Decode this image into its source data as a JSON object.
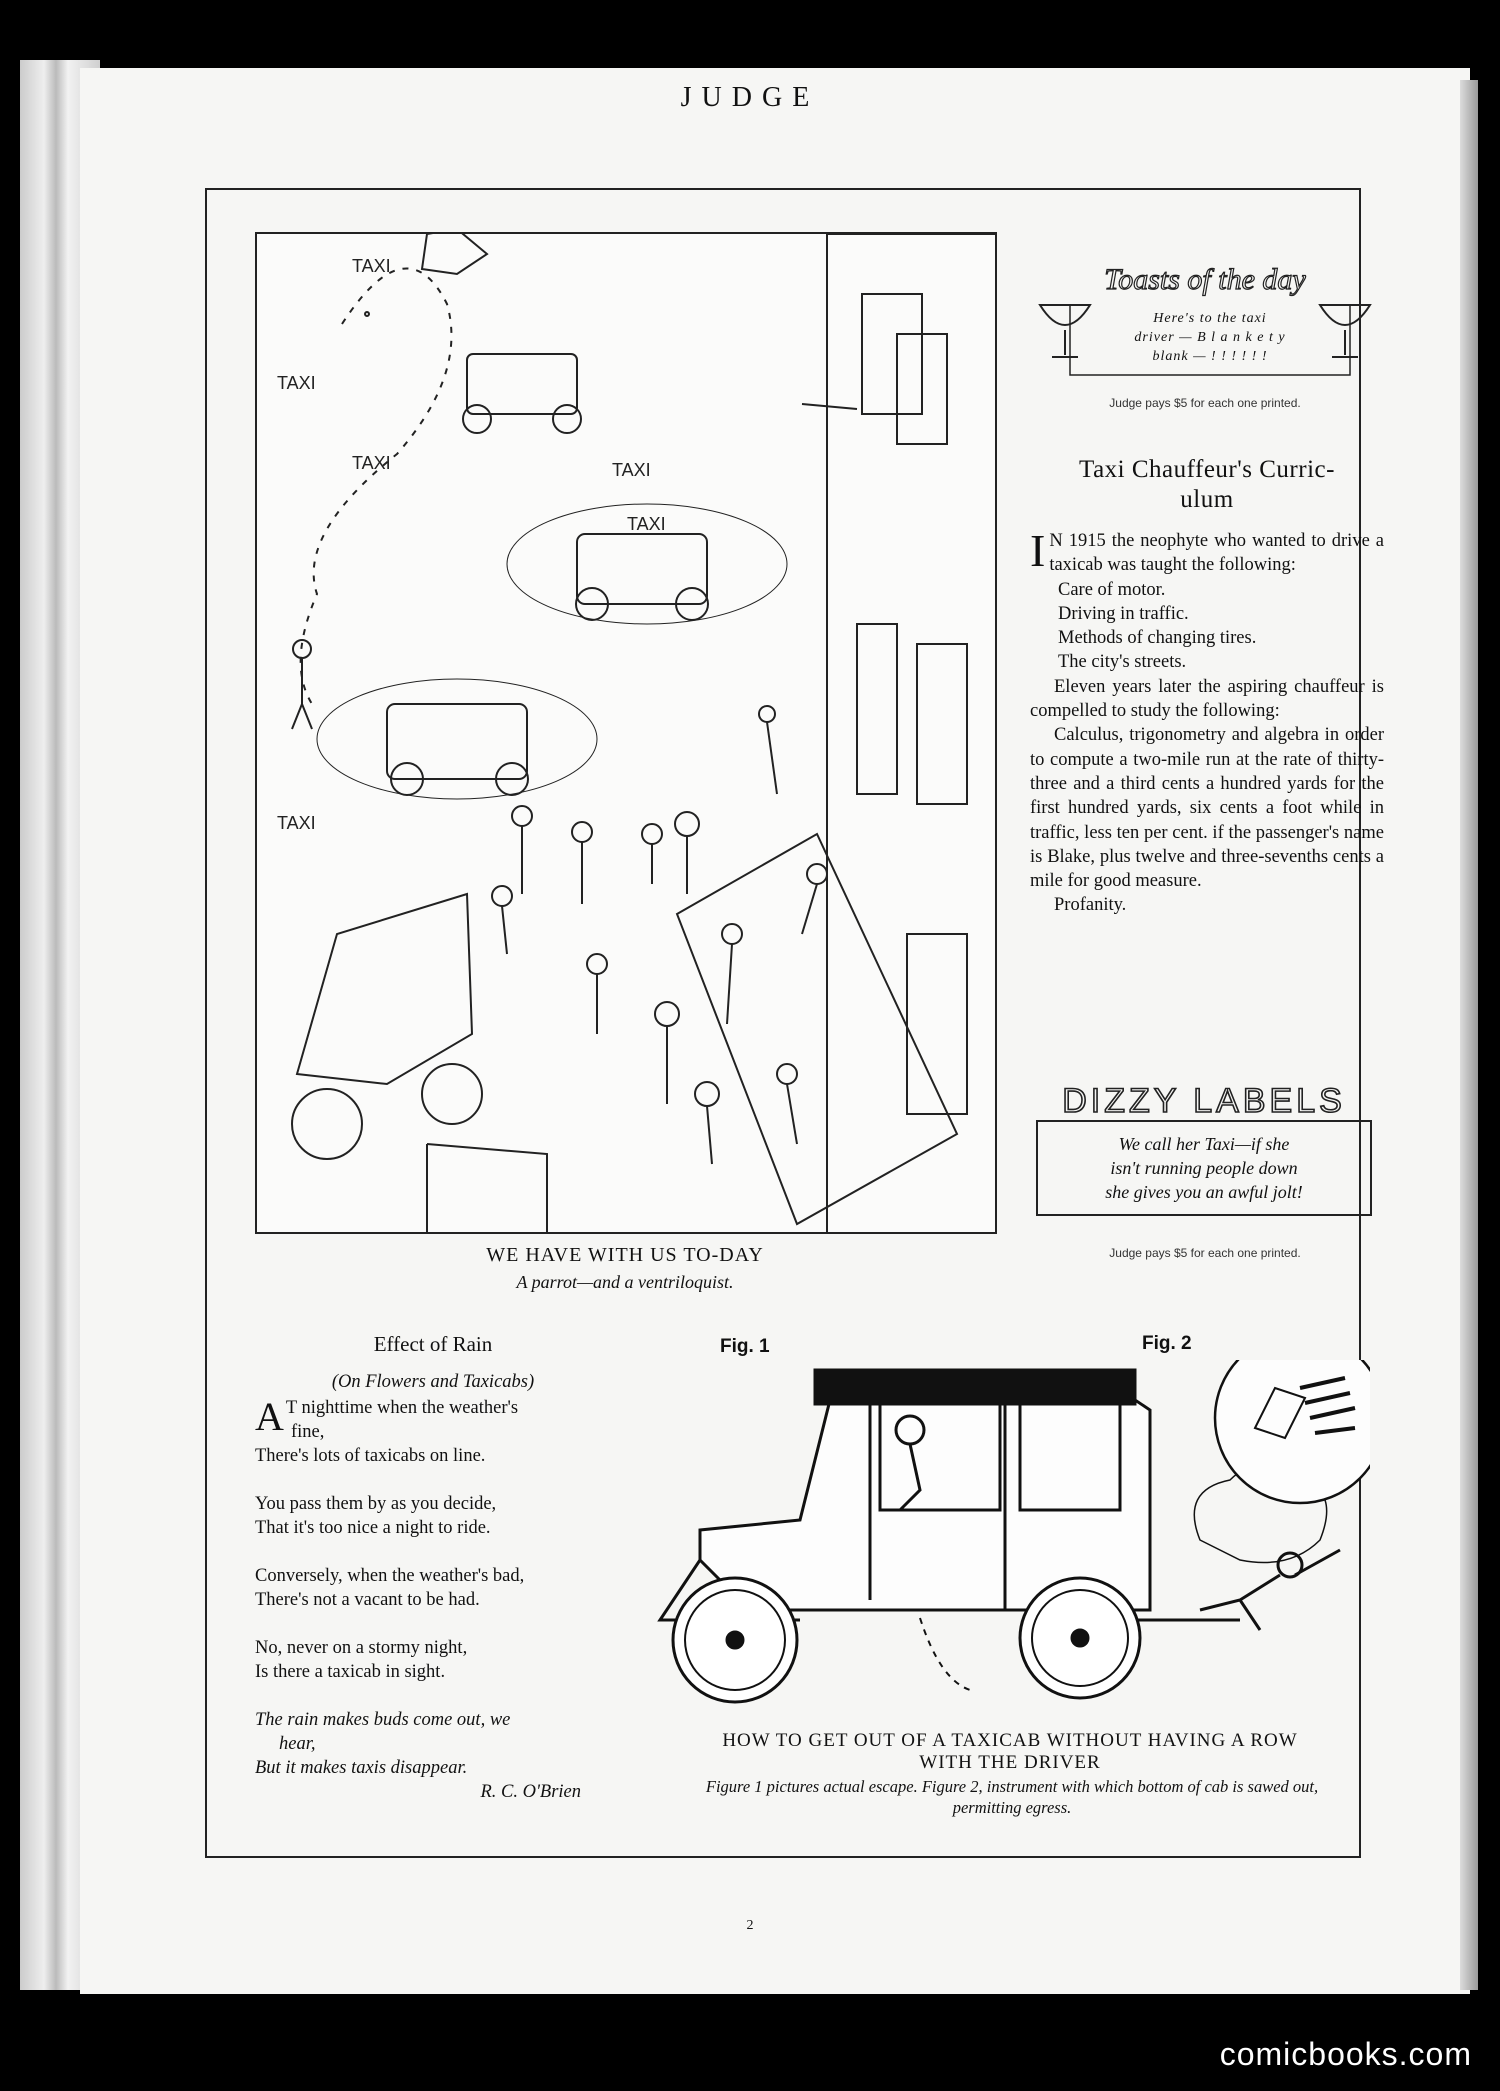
{
  "masthead": "JUDGE",
  "cartoon": {
    "taxi_shout": "TAXI",
    "caption_title": "WE HAVE WITH US TO-DAY",
    "caption_sub": "A parrot—and a ventriloquist."
  },
  "toasts": {
    "title": "Toasts of the day",
    "text_lines": [
      "Here's to the taxi",
      "driver — B l a n k e t y",
      "blank — ! ! ! ! ! !"
    ],
    "judge_pays": "Judge pays $5 for each one printed."
  },
  "article": {
    "title_lines": [
      "Taxi Chauffeur's Curric-",
      "ulum"
    ],
    "dropcap": "I",
    "intro": "N 1915 the neophyte who wanted to drive a taxicab was taught the following:",
    "list_1915": [
      "Care of motor.",
      "Driving in traffic.",
      "Methods of changing tires.",
      "The city's streets."
    ],
    "middle": "Eleven years later the aspiring chauffeur is compelled to study the following:",
    "calculus": "Calculus, trigonometry and algebra in order to compute a two-mile run at the rate of thirty-three and a third cents a hundred yards for the first hundred yards, six cents a foot while in traffic, less ten per cent. if the passenger's name is Blake, plus twelve and three-sevenths cents a mile for good measure.",
    "final": "Profanity."
  },
  "dizzy": {
    "title": "DIZZY LABELS",
    "text_lines": [
      "We call her Taxi—if she",
      "isn't running people down",
      "she gives you an awful jolt!"
    ],
    "judge_pays": "Judge pays $5 for each one printed."
  },
  "poem": {
    "title": "Effect of Rain",
    "subtitle": "(On Flowers and Taxicabs)",
    "dropcap": "A",
    "stanza1": [
      "T nighttime when the weather's",
      "fine,",
      "There's lots of taxicabs on line."
    ],
    "stanza2": [
      "You pass them by as you decide,",
      "That it's too nice a night to ride."
    ],
    "stanza3": [
      "Conversely, when the weather's bad,",
      "There's not a vacant to be had."
    ],
    "stanza4": [
      "No, never on a stormy night,",
      "Is there a taxicab in sight."
    ],
    "ending": [
      "The rain makes buds come out, we",
      "hear,",
      "But it makes taxis disappear."
    ],
    "author": "R. C. O'Brien"
  },
  "taxicab_cartoon": {
    "fig1": "Fig. 1",
    "fig2": "Fig. 2",
    "caption_lines": [
      "HOW TO GET OUT OF A TAXICAB WITHOUT HAVING A ROW",
      "WITH THE DRIVER"
    ],
    "caption_sub": "Figure 1 pictures actual escape. Figure 2, instrument with which bottom of cab is sawed out, permitting egress."
  },
  "folio": "2",
  "watermark": "comicbooks.com"
}
